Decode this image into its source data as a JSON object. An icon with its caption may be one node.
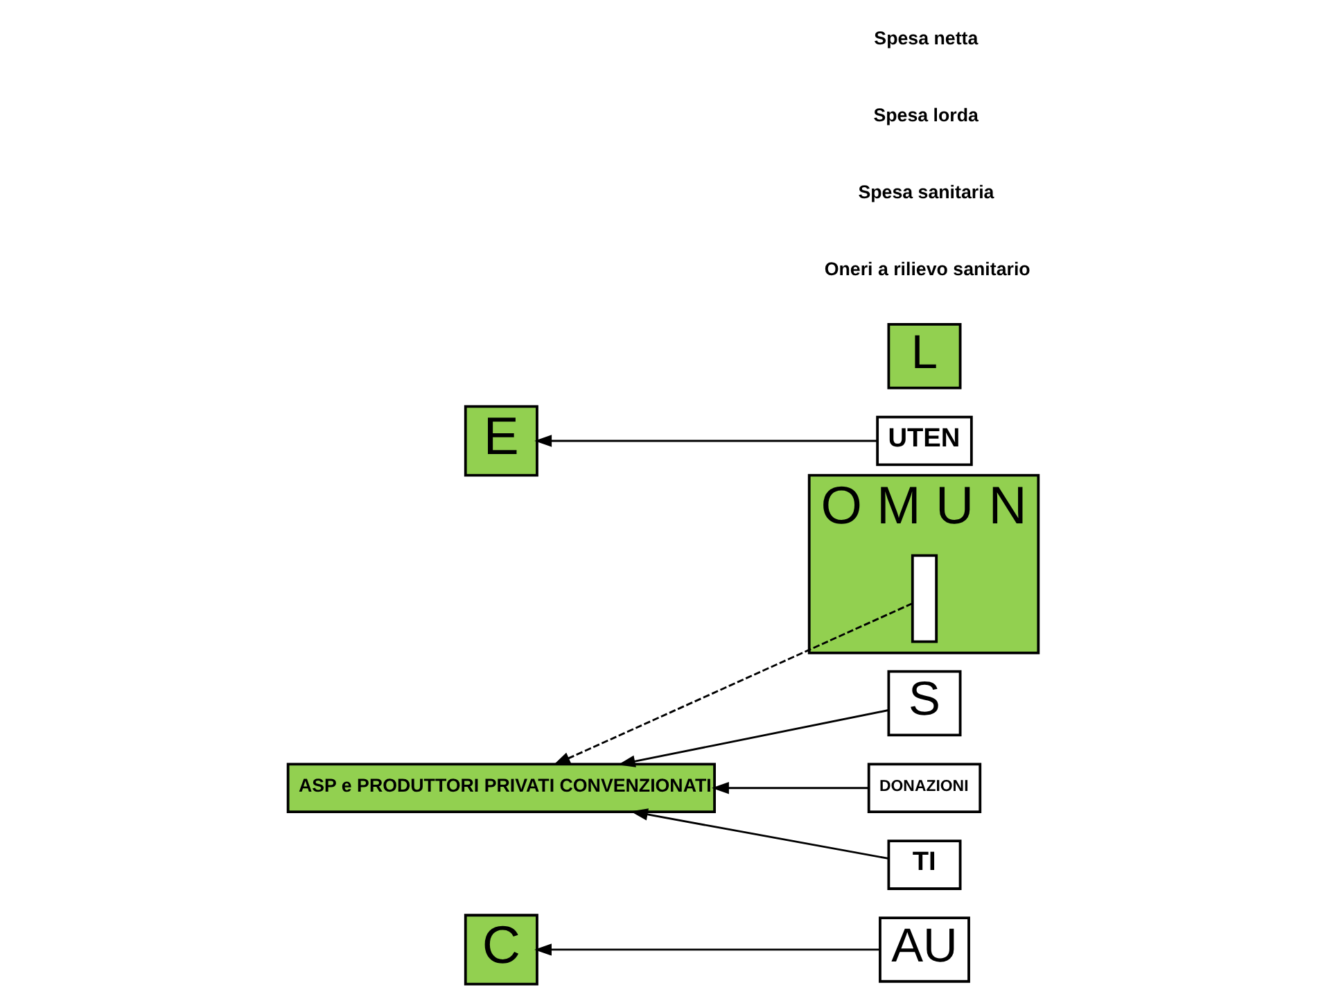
{
  "diagram": {
    "nodes": [
      {
        "text": [
          "C"
        ]
      },
      {
        "text": [
          "O M U N"
        ]
      },
      {
        "text": [],
        "shape": "box",
        "in": 1
      },
      {
        "text": [
          "E"
        ]
      },
      {
        "text": [
          "AU"
        ]
      },
      {
        "text": [
          "S"
        ]
      },
      {
        "text": [
          "L"
        ]
      },
      {
        "text": [
          "ASP e PRODUTTORI PRIVATI CONVENZIONATI"
        ]
      },
      {
        "text": [
          "DONAZIONI"
        ]
      },
      {
        "text": [
          "UTEN"
        ]
      },
      {
        "text": [
          "TI"
        ]
      }
    ],
    "edges": [
      {
        "from": 4,
        "to": 0,
        "arrow": "to"
      },
      {
        "from": 5,
        "to": 7,
        "arrow": "to"
      },
      {
        "from": 2,
        "to": 7,
        "arrow": "to",
        "style": "dashed"
      },
      {
        "from": 8,
        "to": 7,
        "arrow": "to"
      },
      {
        "from": 10,
        "to": 7,
        "arrow": "to"
      },
      {
        "from": 9,
        "to": 3,
        "arrow": "to"
      }
    ],
    "labels": [
      "Oneri a rilievo sanitario",
      "Spesa sanitaria",
      "Spesa lorda",
      "Spesa netta"
    ]
  }
}
